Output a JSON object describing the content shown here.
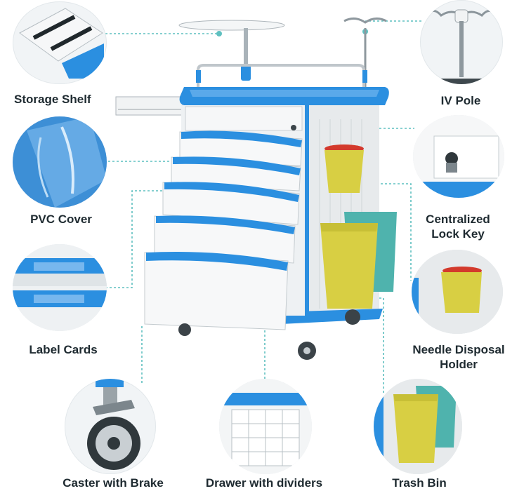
{
  "colors": {
    "accent": "#2b8fe0",
    "cart_body": "#f2f4f6",
    "bin_yellow": "#d8cf43",
    "bin_teal": "#4fb3ad",
    "callout_line": "#5fc0c0",
    "text": "#1e2a30"
  },
  "features": [
    {
      "id": "storage-shelf",
      "label": "Storage Shelf"
    },
    {
      "id": "iv-pole",
      "label": "IV Pole"
    },
    {
      "id": "pvc-cover",
      "label": "PVC Cover"
    },
    {
      "id": "lock-key",
      "label": "Centralized Lock Key"
    },
    {
      "id": "label-cards",
      "label": "Label Cards"
    },
    {
      "id": "needle-holder",
      "label": "Needle Disposal Holder"
    },
    {
      "id": "caster",
      "label": "Caster with Brake"
    },
    {
      "id": "drawer-dividers",
      "label": "Drawer with dividers"
    },
    {
      "id": "trash-bin",
      "label": "Trash Bin"
    }
  ],
  "labels": {
    "storage_shelf": "Storage Shelf",
    "iv_pole": "IV Pole",
    "pvc_cover": "PVC Cover",
    "lock_key_1": "Centralized",
    "lock_key_2": "Lock Key",
    "label_cards": "Label Cards",
    "needle_1": "Needle Disposal",
    "needle_2": "Holder",
    "caster": "Caster with Brake",
    "drawer_dividers": "Drawer with dividers",
    "trash_bin": "Trash Bin"
  }
}
